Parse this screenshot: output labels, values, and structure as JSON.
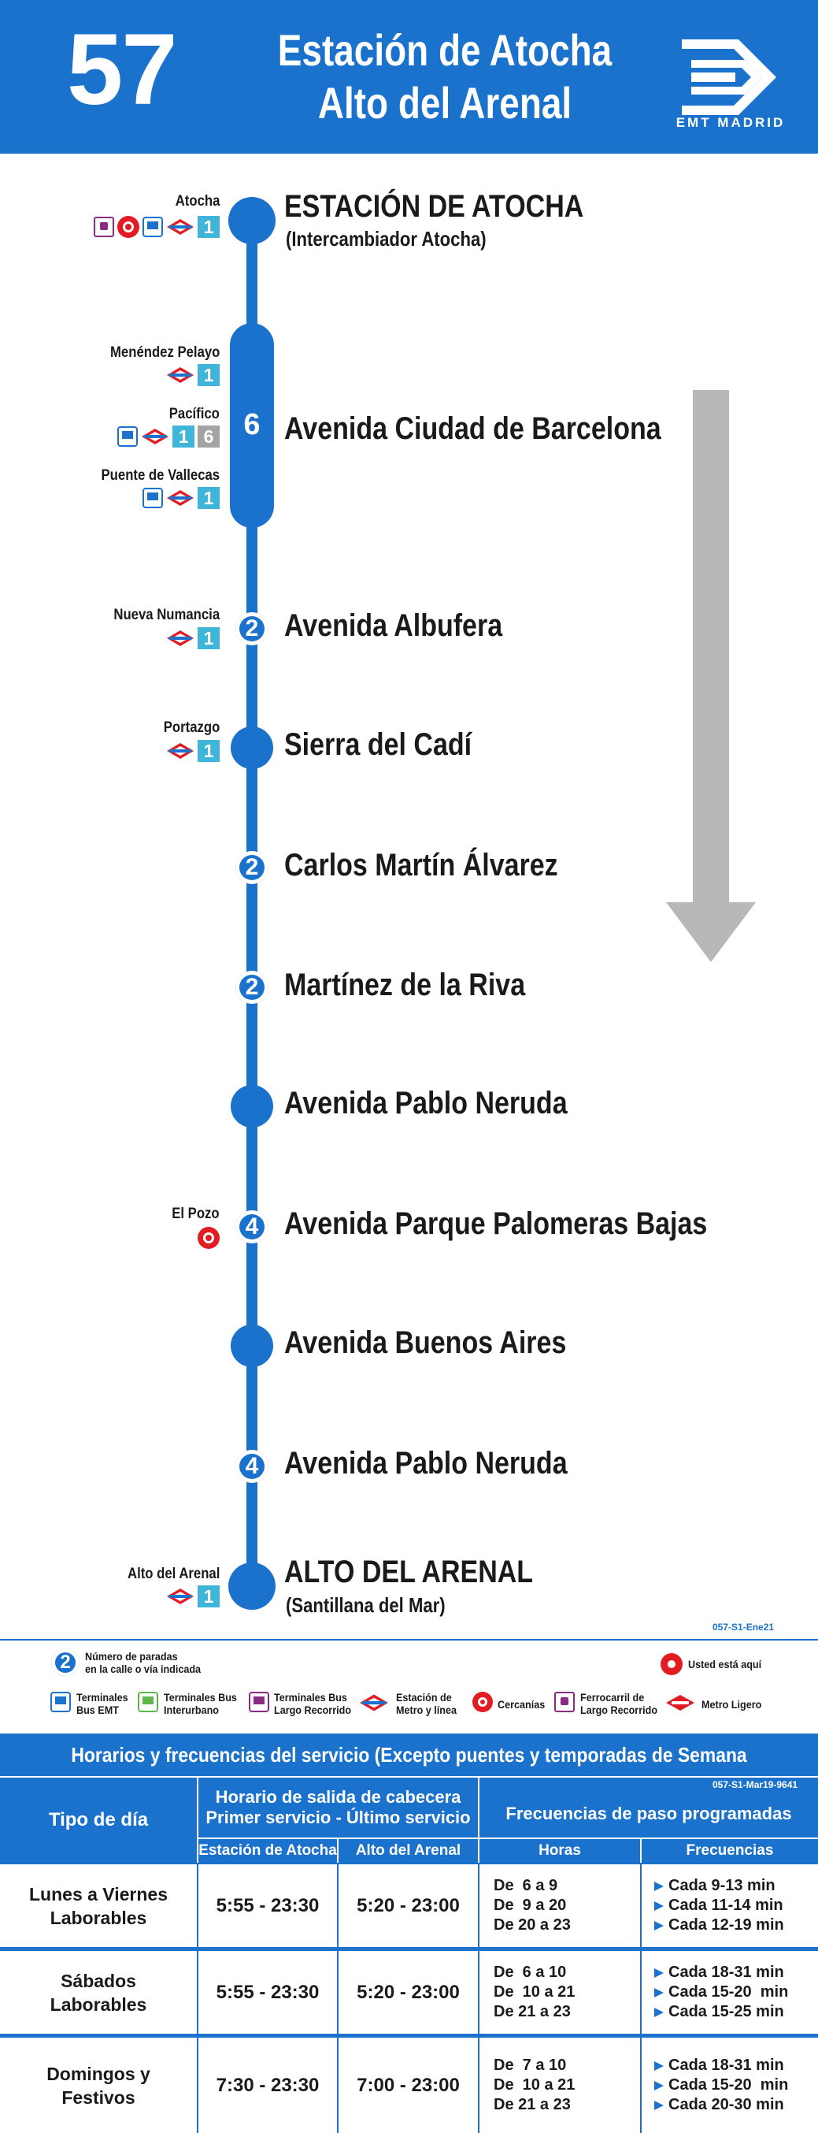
{
  "header": {
    "line_number": "57",
    "destination_line1": "Estación de Atocha",
    "destination_line2": "Alto del Arenal",
    "brand": "EMT MADRID"
  },
  "route": {
    "stops": [
      {
        "name": "ESTACIÓN DE ATOCHA",
        "subtitle": "(Intercambiador Atocha)",
        "badge": "",
        "connection": "Atocha",
        "connection_icons": [
          "long-distance-train-icon",
          "cercanias-icon",
          "emt-bus-terminal-icon",
          "metro-icon",
          "line-1-badge"
        ]
      },
      {
        "name": "Avenida Ciudad de Barcelona",
        "subtitle": "",
        "badge": "6",
        "connection": "",
        "connection_icons": []
      },
      {
        "name": "Avenida Albufera",
        "subtitle": "",
        "badge": "2",
        "connection": "Nueva Numancia",
        "connection_icons": [
          "metro-icon",
          "line-1-badge"
        ]
      },
      {
        "name": "Sierra del Cadí",
        "subtitle": "",
        "badge": "",
        "connection": "Portazgo",
        "connection_icons": [
          "metro-icon",
          "line-1-badge"
        ]
      },
      {
        "name": "Carlos Martín Álvarez",
        "subtitle": "",
        "badge": "2",
        "connection": "",
        "connection_icons": []
      },
      {
        "name": "Martínez de la Riva",
        "subtitle": "",
        "badge": "2",
        "connection": "",
        "connection_icons": []
      },
      {
        "name": "Avenida Pablo Neruda",
        "subtitle": "",
        "badge": "",
        "connection": "",
        "connection_icons": []
      },
      {
        "name": "Avenida Parque Palomeras Bajas",
        "subtitle": "",
        "badge": "4",
        "connection": "El Pozo",
        "connection_icons": [
          "cercanias-icon"
        ]
      },
      {
        "name": "Avenida Buenos Aires",
        "subtitle": "",
        "badge": "",
        "connection": "",
        "connection_icons": []
      },
      {
        "name": "Avenida Pablo Neruda",
        "subtitle": "",
        "badge": "4",
        "connection": "",
        "connection_icons": []
      },
      {
        "name": "ALTO DEL ARENAL",
        "subtitle": "(Santillana del Mar)",
        "badge": "",
        "connection": "Alto del Arenal",
        "connection_icons": [
          "metro-icon",
          "line-1-badge"
        ]
      }
    ],
    "pill_connections": [
      {
        "label": "Menéndez Pelayo",
        "icons": [
          "metro-icon",
          "line-1-badge"
        ]
      },
      {
        "label": "Pacífico",
        "icons": [
          "emt-bus-terminal-icon",
          "metro-icon",
          "line-1-badge",
          "line-6-badge"
        ]
      },
      {
        "label": "Puente de Vallecas",
        "icons": [
          "emt-bus-terminal-icon",
          "metro-icon",
          "line-1-badge"
        ]
      }
    ]
  },
  "colors": {
    "emt_blue": "#1a72cc",
    "metro_line_1": "#3fb5d9",
    "metro_line_6": "#a3a3a3",
    "cercanias_red": "#e31b23",
    "arrow_grey": "#b8b8b8"
  },
  "codes": {
    "map_code": "057-S1-Ene21",
    "schedule_code": "057-S1-Mar19-9641"
  },
  "legend": {
    "stops_badge": "2",
    "stops_text_1": "Número de paradas",
    "stops_text_2": "en la calle o vía indicada",
    "you_are_here": "Usted está aquí",
    "items": [
      {
        "icon": "emt-bus-terminal-icon",
        "line1": "Terminales",
        "line2": "Bus EMT"
      },
      {
        "icon": "interurban-bus-terminal-icon",
        "line1": "Terminales Bus",
        "line2": "Interurbano"
      },
      {
        "icon": "long-distance-bus-terminal-icon",
        "line1": "Terminales Bus",
        "line2": "Largo Recorrido"
      },
      {
        "icon": "metro-icon",
        "line1": "Estación de",
        "line2": "Metro y línea"
      },
      {
        "icon": "cercanias-icon",
        "line1": "Cercanías",
        "line2": ""
      },
      {
        "icon": "long-distance-train-icon",
        "line1": "Ferrocarril de",
        "line2": "Largo Recorrido"
      },
      {
        "icon": "light-rail-icon",
        "line1": "Metro Ligero",
        "line2": ""
      }
    ]
  },
  "schedule": {
    "title": "Horarios y frecuencias del servicio (Excepto puentes y temporadas de Semana Santa y Verano)",
    "col_day_type": "Tipo de día",
    "col_departures_1": "Horario de salida de cabecera",
    "col_departures_2": "Primer servicio - Último servicio",
    "col_frequencies": "Frecuencias de paso programadas",
    "sub_atocha": "Estación de Atocha",
    "sub_arenal": "Alto del Arenal",
    "sub_hours": "Horas",
    "sub_freq": "Frecuencias",
    "rows": [
      {
        "day_1": "Lunes a Viernes",
        "day_2": "Laborables",
        "atocha": "5:55 - 23:30",
        "arenal": "5:20 - 23:00",
        "hours": [
          "De  6 a 9",
          "De  9 a 20",
          "De 20 a 23"
        ],
        "freqs": [
          "Cada 9-13 min",
          "Cada 11-14 min",
          "Cada 12-19 min"
        ]
      },
      {
        "day_1": "Sábados",
        "day_2": "Laborables",
        "atocha": "5:55 - 23:30",
        "arenal": "5:20 - 23:00",
        "hours": [
          "De  6 a 10",
          "De  10 a 21",
          "De 21 a 23"
        ],
        "freqs": [
          "Cada 18-31 min",
          "Cada 15-20  min",
          "Cada 15-25 min"
        ]
      },
      {
        "day_1": "Domingos y",
        "day_2": "Festivos",
        "atocha": "7:30 - 23:30",
        "arenal": "7:00 - 23:00",
        "hours": [
          "De  7 a 10",
          "De  10 a 21",
          "De 21 a 23"
        ],
        "freqs": [
          "Cada 18-31 min",
          "Cada 15-20  min",
          "Cada 20-30 min"
        ]
      }
    ]
  }
}
